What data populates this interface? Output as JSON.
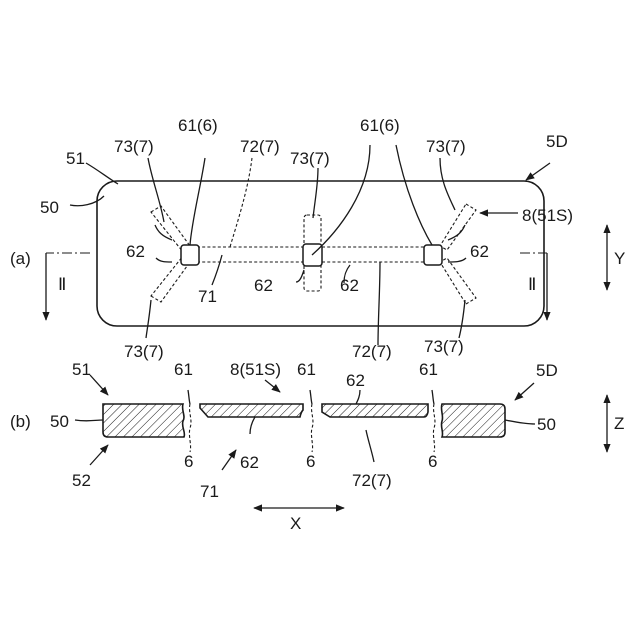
{
  "figure": {
    "panel_a": "(a)",
    "panel_b": "(b)",
    "a_labels": {
      "l51": "51",
      "l50": "50",
      "l5D": "5D",
      "l73_tl": "73(7)",
      "l61_l": "61(6)",
      "l72_t": "72(7)",
      "l73_tm": "73(7)",
      "l61_r": "61(6)",
      "l73_tr": "73(7)",
      "l8": "8(51S)",
      "l62_l": "62",
      "l62_r": "62",
      "l62_m1": "62",
      "l62_m2": "62",
      "l71": "71",
      "l73_bl": "73(7)",
      "l72_b": "72(7)",
      "l73_br": "73(7)",
      "sec_l": "Ⅱ",
      "sec_r": "Ⅱ",
      "axis_y": "Y"
    },
    "b_labels": {
      "l51": "51",
      "l50_l": "50",
      "l52": "52",
      "l61_1": "61",
      "l8": "8(51S)",
      "l61_2": "61",
      "l62_1": "62",
      "l61_3": "61",
      "l5D": "5D",
      "l50_r": "50",
      "l6_1": "6",
      "l62_2": "62",
      "l6_2": "6",
      "l72": "72(7)",
      "l6_3": "6",
      "l71": "71",
      "axis_z": "Z",
      "axis_x": "X"
    }
  }
}
